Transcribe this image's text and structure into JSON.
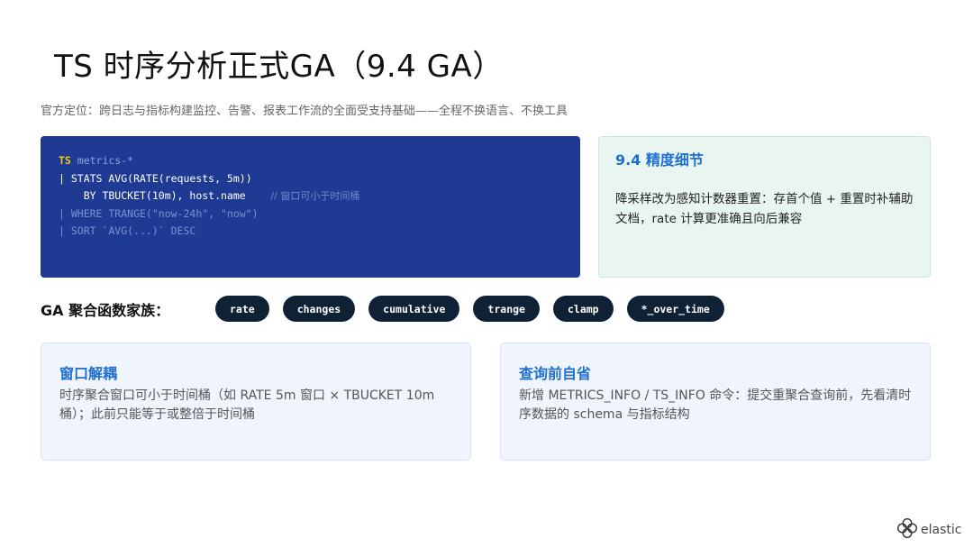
{
  "title": "TS 时序分析正式GA（9.4 GA）",
  "subtitle": "官方定位：跨日志与指标构建监控、告警、报表工作流的全面受支持基础——全程不换语言、不换工具",
  "code": {
    "line1_kw": "TS",
    "line1_rest": " metrics-*",
    "line2": "| STATS AVG(RATE(requests, 5m))",
    "line3": "    BY TBUCKET(10m), host.name",
    "line3_comment": "// 窗口可小于时间桶",
    "line4": "| WHERE TRANGE(\"now-24h\", \"now\")",
    "line5": "| SORT `AVG(...)` DESC"
  },
  "detail": {
    "title": "9.4 精度细节",
    "text": "降采样改为感知计数器重置：存首个值 + 重置时补辅助文档，rate 计算更准确且向后兼容"
  },
  "ga_label": "GA 聚合函数家族：",
  "functions": [
    "rate",
    "changes",
    "cumulative",
    "trange",
    "clamp",
    "*_over_time"
  ],
  "cards": {
    "left": {
      "title": "窗口解耦",
      "text": "时序聚合窗口可小于时间桶（如 RATE 5m 窗口 × TBUCKET 10m 桶）；此前只能等于或整倍于时间桶"
    },
    "right": {
      "title": "查询前自省",
      "text": "新增 METRICS_INFO / TS_INFO 命令：提交重聚合查询前，先看清时序数据的 schema 与指标结构"
    }
  },
  "logo": {
    "text": "elastic",
    "icon": "elastic-logo-icon"
  }
}
